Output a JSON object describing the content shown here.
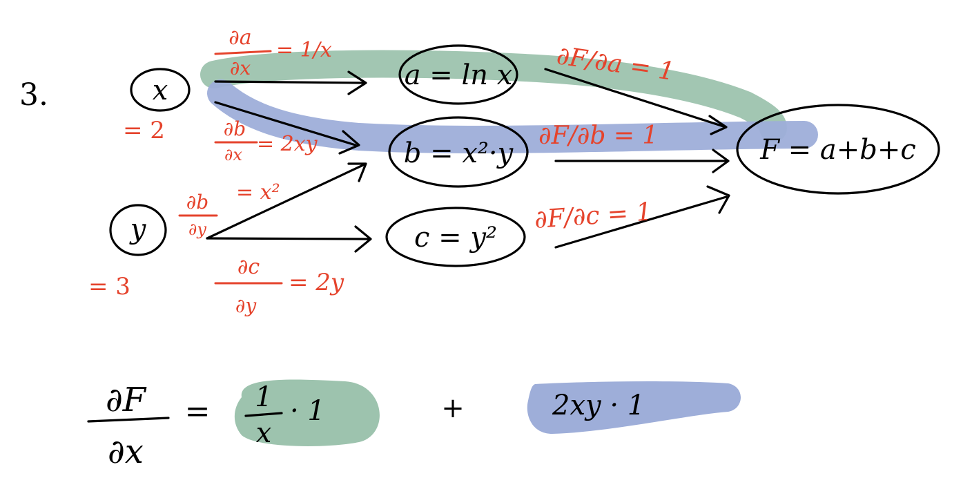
{
  "problem_number": "3.",
  "colors": {
    "ink": "#000000",
    "annotation": "#e5432c",
    "path_a": "#9dc3ae",
    "path_b": "#9eaed9"
  },
  "nodes": {
    "x": {
      "label": "x",
      "value": "= 2"
    },
    "y": {
      "label": "y",
      "value": "= 3"
    },
    "a": {
      "label": "a = ln x"
    },
    "b": {
      "label": "b = x²·y"
    },
    "c": {
      "label": "c = y²"
    },
    "F": {
      "label": "F = a+b+c"
    }
  },
  "edges": {
    "x_a": {
      "num": "∂a",
      "den": "∂x",
      "rhs": "= 1/x"
    },
    "x_b": {
      "num": "∂b",
      "den": "∂x",
      "rhs": "= 2xy"
    },
    "y_b": {
      "num": "∂b",
      "den": "∂y",
      "rhs": "= x²"
    },
    "y_c": {
      "num": "∂c",
      "den": "∂y",
      "rhs": "= 2y"
    },
    "a_F": {
      "label": "∂F/∂a = 1"
    },
    "b_F": {
      "label": "∂F/∂b = 1"
    },
    "c_F": {
      "label": "∂F/∂c = 1"
    }
  },
  "result": {
    "num": "∂F",
    "den": "∂x",
    "equals": "=",
    "term1_num": "1",
    "term1_den": "x",
    "term1_factor": "· 1",
    "plus": "+",
    "term2": "2xy · 1"
  }
}
